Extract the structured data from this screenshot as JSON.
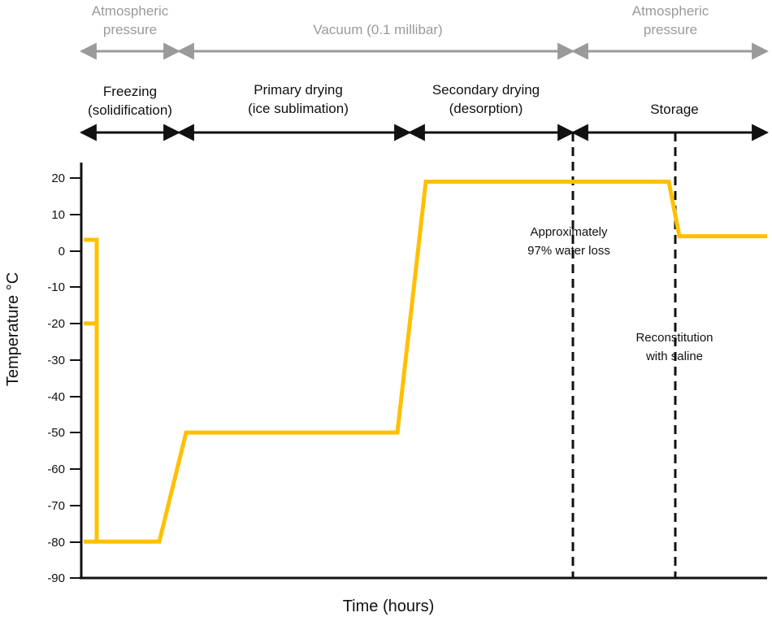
{
  "chart_data": {
    "type": "line",
    "ylabel": "Temperature °C",
    "xlabel": "Time (hours)",
    "ylim": [
      -90,
      20
    ],
    "y_ticks": [
      "20",
      "10",
      "0",
      "-10",
      "-20",
      "-30",
      "-40",
      "-50",
      "-60",
      "-70",
      "-80",
      "-90"
    ],
    "line_color": "#FFC000",
    "pressure_phases": [
      {
        "label_lines": [
          "Atmospheric",
          "pressure"
        ]
      },
      {
        "label_lines": [
          "Vacuum (0.1 millibar)"
        ]
      },
      {
        "label_lines": [
          "Atmospheric",
          "pressure"
        ]
      }
    ],
    "process_phases": [
      {
        "label_lines": [
          "Freezing",
          "(solidification)"
        ]
      },
      {
        "label_lines": [
          "Primary drying",
          "(ice sublimation)"
        ]
      },
      {
        "label_lines": [
          "Secondary drying",
          "(desorption)"
        ]
      },
      {
        "label_lines": [
          "Storage"
        ]
      }
    ],
    "annotations": [
      {
        "text_lines": [
          "Approximately",
          "97% water loss"
        ]
      },
      {
        "text_lines": [
          "Reconstitution",
          "with saline"
        ]
      }
    ],
    "series": [
      {
        "y": [
          3,
          3,
          -20,
          -80,
          -80,
          -50,
          -50,
          19,
          19,
          4,
          4
        ]
      }
    ]
  }
}
